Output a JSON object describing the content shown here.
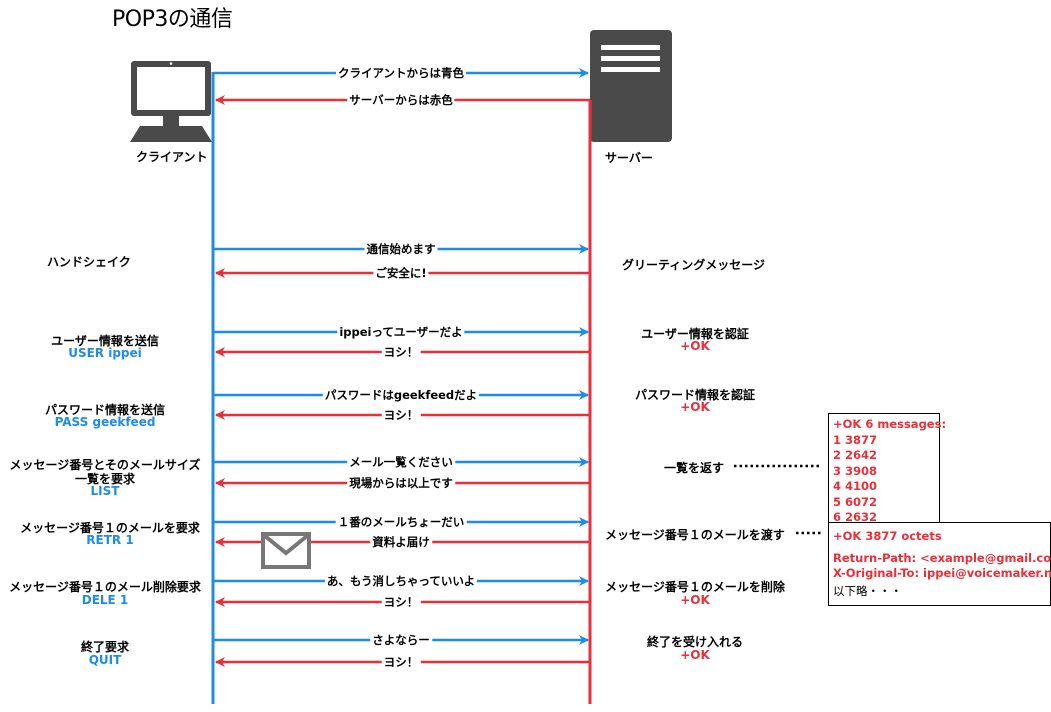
{
  "title": "POP3の通信",
  "actors": {
    "client": "クライアント",
    "server": "サーバー"
  },
  "legend": {
    "client_color_note": "クライアントからは青色",
    "server_color_note": "サーバーからは赤色"
  },
  "colors": {
    "client": "#1f8ce6",
    "server": "#e8303a",
    "server_box": "#4a4a4a",
    "mail_icon": "#777777"
  },
  "steps": [
    {
      "left": "ハンドシェイク",
      "left_cmd": "",
      "req": "通信始めます",
      "res": "ご安全に!",
      "right": "グリーティングメッセージ",
      "right_code": ""
    },
    {
      "left": "ユーザー情報を送信",
      "left_cmd": "USER ippei",
      "req": "ippeiってユーザーだよ",
      "res": "ヨシ！",
      "right": "ユーザー情報を認証",
      "right_code": "+OK"
    },
    {
      "left": "パスワード情報を送信",
      "left_cmd": "PASS geekfeed",
      "req": "パスワードはgeekfeedだよ",
      "res": "ヨシ！",
      "right": "パスワード情報を認証",
      "right_code": "+OK"
    },
    {
      "left": "メッセージ番号とそのメールサイズ",
      "left2": "一覧を要求",
      "left_cmd": "LIST",
      "req": "メール一覧ください",
      "res": "現場からは以上です",
      "right": "一覧を返す",
      "right_code": ""
    },
    {
      "left": "メッセージ番号１のメールを要求",
      "left_cmd": "RETR 1",
      "req": "１番のメールちょーだい",
      "res": "資料よ届け",
      "right": "メッセージ番号１のメールを渡す",
      "right_code": ""
    },
    {
      "left": "メッセージ番号１のメール削除要求",
      "left_cmd": "DELE 1",
      "req": "あ、もう消しちゃっていいよ",
      "res": "ヨシ！",
      "right": "メッセージ番号１のメールを削除",
      "right_code": "+OK"
    },
    {
      "left": "終了要求",
      "left_cmd": "QUIT",
      "req": "さよならー",
      "res": "ヨシ！",
      "right": "終了を受け入れる",
      "right_code": "+OK"
    }
  ],
  "list_box": [
    "+OK 6 messages:",
    "1 3877",
    "2 2642",
    "3 3908",
    "4 4100",
    "5 6072",
    "6 2632"
  ],
  "retr_box": {
    "line1": "+OK 3877 octets",
    "line2": "Return-Path: <example@gmail.com>",
    "line3": "X-Original-To: ippei@voicemaker.net",
    "line4": "以下略・・・"
  },
  "icons": [
    "computer-icon",
    "server-icon",
    "mail-envelope-icon"
  ]
}
